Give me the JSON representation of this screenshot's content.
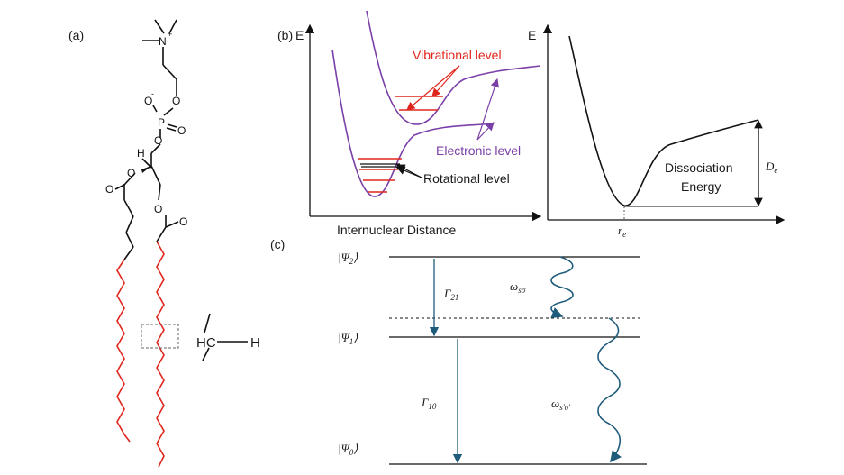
{
  "panels": {
    "a": {
      "label": "(a)",
      "ch_group": "HC",
      "h_atom": "H",
      "amine_n": "N",
      "amine_charge": "+",
      "phos_p": "P",
      "phos_o": "O",
      "phos_o_minus": "O",
      "minus_sign": "-",
      "backbone_h": "H"
    },
    "b": {
      "label": "(b)",
      "energy_axis_left": "E",
      "energy_axis_right": "E",
      "x_axis_label": "Internuclear Distance",
      "vibrational_label": "Vibrational level",
      "electronic_label": "Electronic level",
      "rotational_label": "Rotational level",
      "dissociation_label_1": "Dissociation",
      "dissociation_label_2": "Energy",
      "de_label": "D",
      "de_sub": "e",
      "re_label": "r",
      "re_sub": "e"
    },
    "c": {
      "label": "(c)",
      "state2": "|Ψ",
      "state2_sub": "2",
      "state1": "|Ψ",
      "state1_sub": "1",
      "state0": "|Ψ",
      "state0_sub": "0",
      "ket_close": "⟩",
      "gamma21": "Γ",
      "gamma21_sub": "21",
      "gamma10": "Γ",
      "gamma10_sub": "10",
      "omega_s": "ω",
      "omega_s_sub": "sσ",
      "omega_s2": "ω",
      "omega_s2_sub": "s′σ′"
    }
  },
  "colors": {
    "purple": "#7b3fa8",
    "red": "#e0261c",
    "teal": "#1f5b7a",
    "black": "#111111"
  }
}
